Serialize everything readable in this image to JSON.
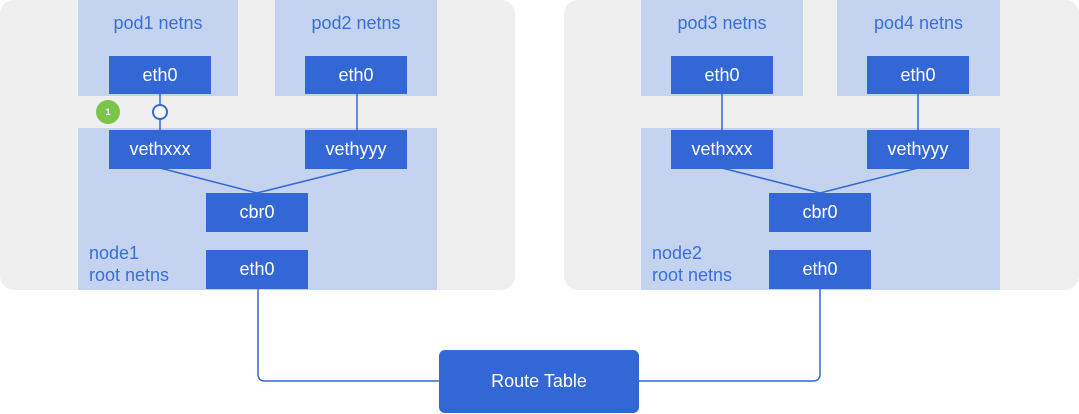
{
  "colors": {
    "box_blue": "#3367d6",
    "netns_light_blue": "#c4d4f0",
    "label_blue": "#3a6fd9",
    "node_background": "#efefef",
    "badge_green": "#7cc44a"
  },
  "node1": {
    "pods": [
      {
        "label": "pod1 netns",
        "eth": "eth0"
      },
      {
        "label": "pod2 netns",
        "eth": "eth0"
      }
    ],
    "veths": [
      "vethxxx",
      "vethyyy"
    ],
    "bridge": "cbr0",
    "root_label_line1": "node1",
    "root_label_line2": "root netns",
    "eth": "eth0",
    "badge": "1"
  },
  "node2": {
    "pods": [
      {
        "label": "pod3 netns",
        "eth": "eth0"
      },
      {
        "label": "pod4 netns",
        "eth": "eth0"
      }
    ],
    "veths": [
      "vethxxx",
      "vethyyy"
    ],
    "bridge": "cbr0",
    "root_label_line1": "node2",
    "root_label_line2": "root netns",
    "eth": "eth0"
  },
  "route_table": "Route Table"
}
